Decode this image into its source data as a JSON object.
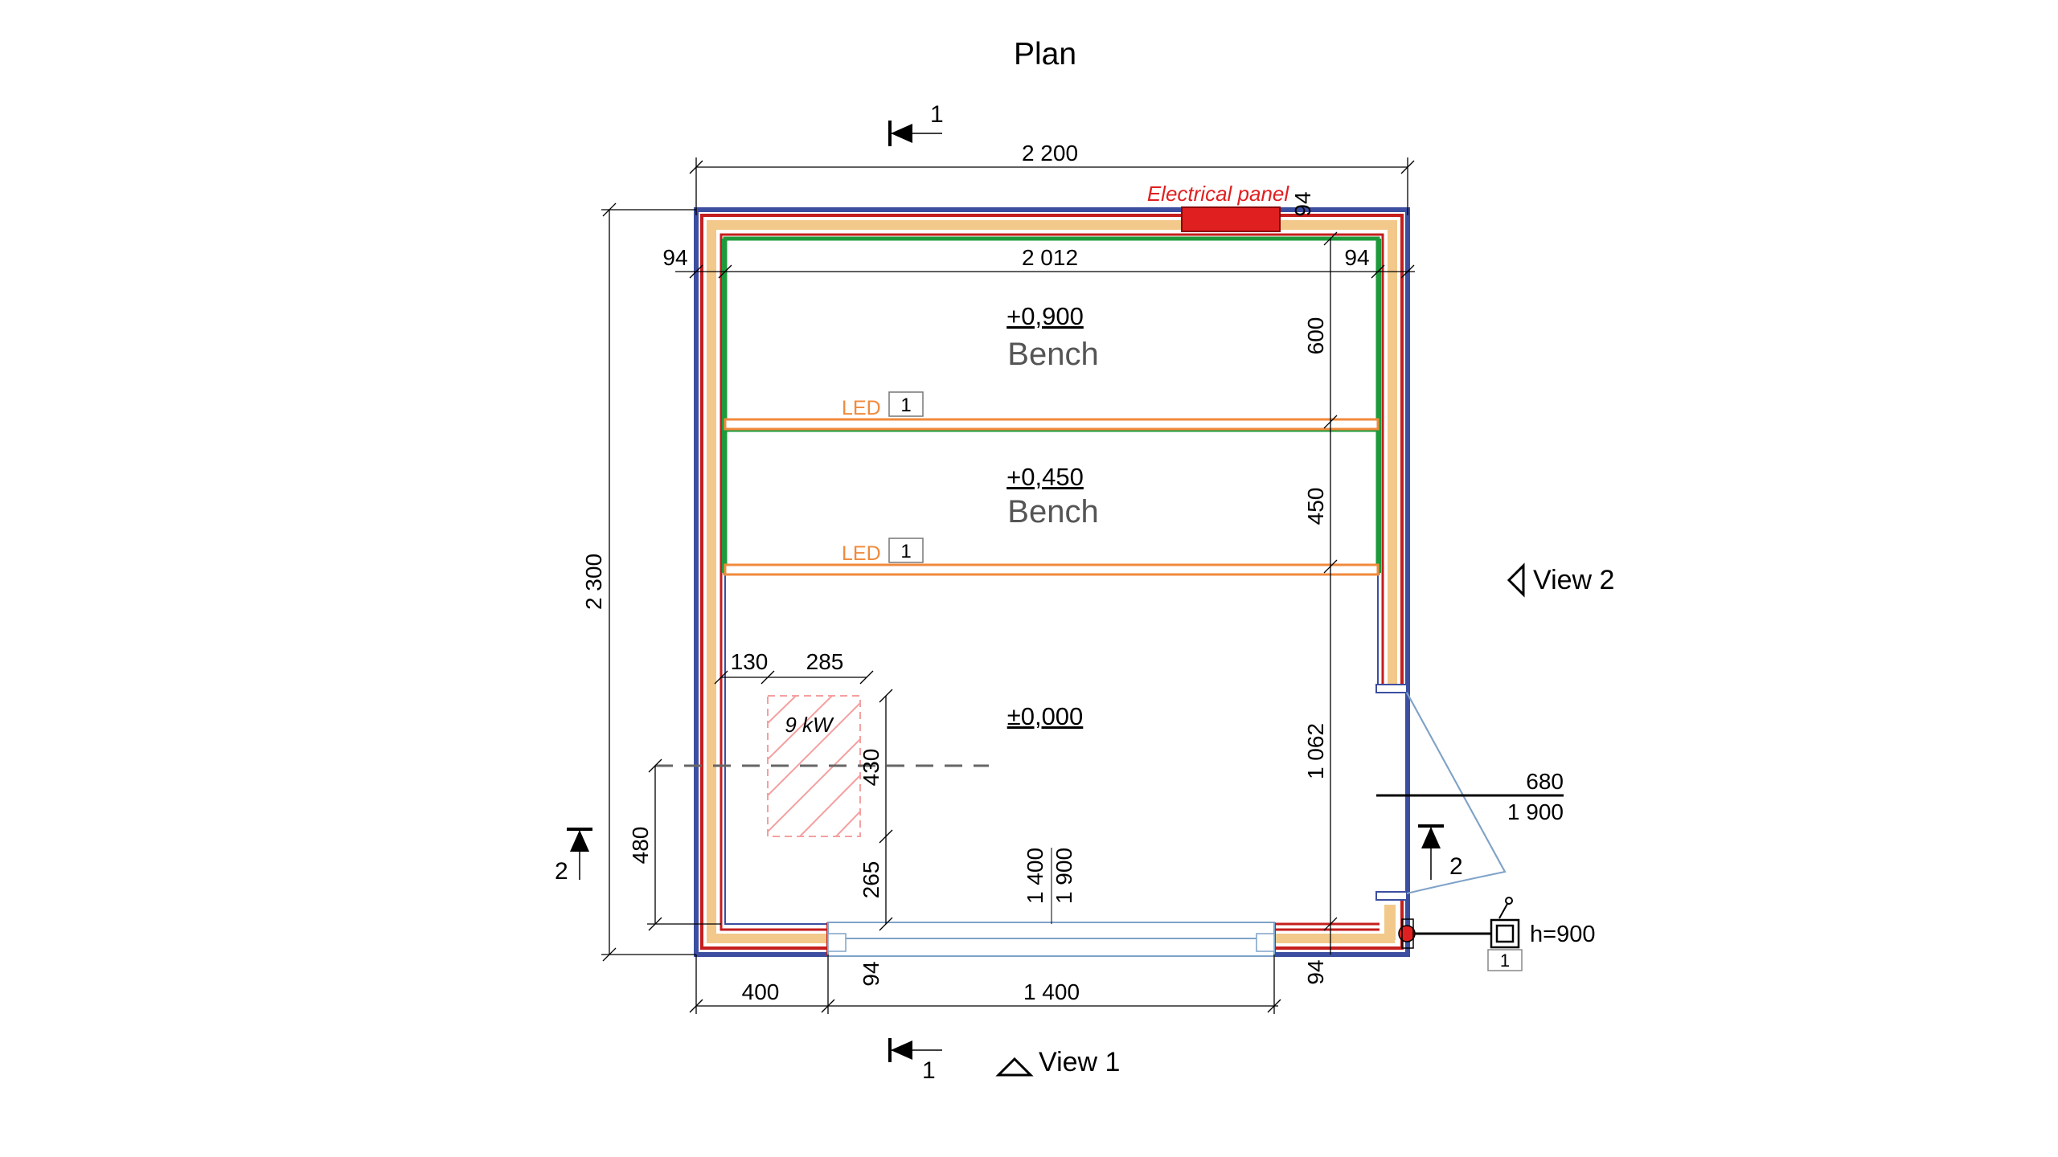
{
  "title": "Plan",
  "section_marks": {
    "section1": "1",
    "section2": "2"
  },
  "views": {
    "view1": "View 1",
    "view2": "View 2"
  },
  "electrical_panel": "Electrical panel",
  "heater_power": "9 kW",
  "levels": {
    "upper": "+0,900",
    "middle": "+0,450",
    "floor": "±0,000"
  },
  "room_labels": {
    "upper_bench": "Bench",
    "middle_bench": "Bench"
  },
  "led": {
    "label": "LED",
    "tag": "1"
  },
  "door_size": {
    "width": "680",
    "height": "1 900"
  },
  "window_size": {
    "width": "1 400",
    "height": "1 900"
  },
  "switch": {
    "height": "h=900",
    "tag": "1"
  },
  "dimensions": {
    "overall_width": "2 200",
    "inner_width": "2 012",
    "wall_left": "94",
    "wall_right": "94",
    "wall_top_right": "94",
    "overall_height": "2 300",
    "heater_offset": "130",
    "heater_width": "285",
    "heater_depth": "430",
    "heater_to_wall": "265",
    "heater_section_offset": "480",
    "bench_upper": "600",
    "bench_middle": "450",
    "to_door": "1 062",
    "wall_bottom_right": "94",
    "bottom_left": "400",
    "bottom_opening": "1 400",
    "wall_bottom_left": "94"
  },
  "colors": {
    "outer_line": "#3c4ea0",
    "wall_red": "#c41e1e",
    "insulation": "#f2c98a",
    "bench_green": "#1e9a3c",
    "led_orange": "#f08a3c",
    "panel_red": "#e02020",
    "glass": "#7fa3c8"
  }
}
